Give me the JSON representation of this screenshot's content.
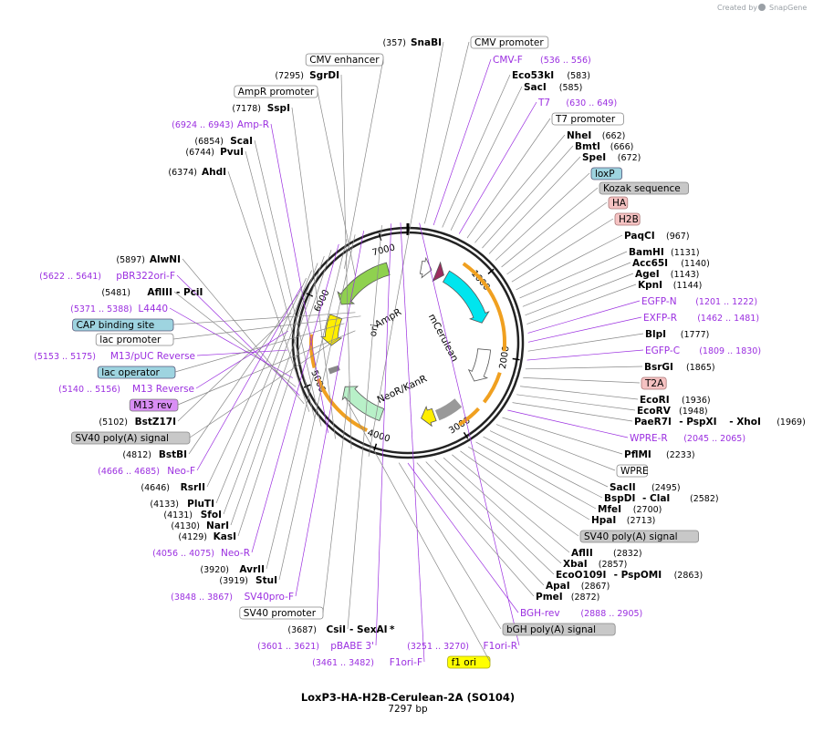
{
  "credit": {
    "text": "Created by",
    "brand": "SnapGene"
  },
  "title": "LoxP3-HA-H2B-Cerulean-2A (SO104)",
  "subtitle": "7297 bp",
  "ring_ticks": [
    "1000",
    "2000",
    "3000",
    "4000",
    "5000",
    "6000",
    "7000"
  ],
  "features_on_map": [
    "AmpR",
    "ori",
    "mCerulean",
    "NeoR/KanR"
  ],
  "colors": {
    "primer": "#9b2fe0",
    "ring": "#222222",
    "ampr_arrow": "#8fd14f",
    "mcerulean_arrow": "#00e5ee",
    "ori_arrow": "#ffee00",
    "neo_arrow": "#b8f0c8",
    "h2b": "#9b2d5e",
    "f1ori": "#ffff00",
    "capbox": "#9ed4e0",
    "m13rev": "#d98ef5",
    "t2a": "#f5c2c2",
    "grey_box": "#c8c8c8"
  },
  "left_labels": [
    {
      "id": "snabi",
      "pos": "(357)",
      "name": "SnaBI",
      "kind": "enzyme"
    },
    {
      "id": "cmv-enh",
      "name": "CMV enhancer",
      "kind": "box-white"
    },
    {
      "id": "sgrdi",
      "pos": "(7295)",
      "name": "SgrDI",
      "kind": "enzyme"
    },
    {
      "id": "ampr-prom",
      "name": "AmpR promoter",
      "kind": "box-white"
    },
    {
      "id": "sspi",
      "pos": "(7178)",
      "name": "SspI",
      "kind": "enzyme"
    },
    {
      "id": "amp-r",
      "pos": "(6924 .. 6943)",
      "name": "Amp-R",
      "kind": "primer"
    },
    {
      "id": "scai",
      "pos": "(6854)",
      "name": "ScaI",
      "kind": "enzyme"
    },
    {
      "id": "pvui",
      "pos": "(6744)",
      "name": "PvuI",
      "kind": "enzyme"
    },
    {
      "id": "ahdi",
      "pos": "(6374)",
      "name": "AhdI",
      "kind": "enzyme"
    },
    {
      "id": "alwni",
      "pos": "(5897)",
      "name": "AlwNI",
      "kind": "enzyme"
    },
    {
      "id": "pbr322",
      "pos": "(5622 .. 5641)",
      "name": "pBR322ori-F",
      "kind": "primer"
    },
    {
      "id": "afliii",
      "pos": "(5481)",
      "name": "AflIII",
      "name2": "- PciI",
      "kind": "enzyme"
    },
    {
      "id": "l4440",
      "pos": "(5371 .. 5388)",
      "name": "L4440",
      "kind": "primer"
    },
    {
      "id": "cap",
      "name": "CAP binding site",
      "kind": "box-cap"
    },
    {
      "id": "lacprom",
      "name": "lac promoter",
      "kind": "box-white"
    },
    {
      "id": "m13puc",
      "pos": "(5153 .. 5175)",
      "name": "M13/pUC Reverse",
      "kind": "primer"
    },
    {
      "id": "lacop",
      "name": "lac operator",
      "kind": "box-cap"
    },
    {
      "id": "m13rev-p",
      "pos": "(5140 .. 5156)",
      "name": "M13 Reverse",
      "kind": "primer"
    },
    {
      "id": "m13rev",
      "name": "M13 rev",
      "kind": "box-m13"
    },
    {
      "id": "bstz17i",
      "pos": "(5102)",
      "name": "BstZ17I",
      "kind": "enzyme"
    },
    {
      "id": "sv40pa-l",
      "name": "SV40 poly(A) signal",
      "kind": "box-grey"
    },
    {
      "id": "bstbi",
      "pos": "(4812)",
      "name": "BstBI",
      "kind": "enzyme"
    },
    {
      "id": "neo-f",
      "pos": "(4666 .. 4685)",
      "name": "Neo-F",
      "kind": "primer"
    },
    {
      "id": "rsrii",
      "pos": "(4646)",
      "name": "RsrII",
      "kind": "enzyme"
    },
    {
      "id": "pluti",
      "pos": "(4133)",
      "name": "PluTI",
      "kind": "enzyme"
    },
    {
      "id": "sfoi",
      "pos": "(4131)",
      "name": "SfoI",
      "kind": "enzyme"
    },
    {
      "id": "nari",
      "pos": "(4130)",
      "name": "NarI",
      "kind": "enzyme"
    },
    {
      "id": "kasi",
      "pos": "(4129)",
      "name": "KasI",
      "kind": "enzyme"
    },
    {
      "id": "neo-r",
      "pos": "(4056 .. 4075)",
      "name": "Neo-R",
      "kind": "primer"
    },
    {
      "id": "avrii",
      "pos": "(3920)",
      "name": "AvrII",
      "kind": "enzyme"
    },
    {
      "id": "stui",
      "pos": "(3919)",
      "name": "StuI",
      "kind": "enzyme"
    },
    {
      "id": "sv40pro-f",
      "pos": "(3848 .. 3867)",
      "name": "SV40pro-F",
      "kind": "primer"
    },
    {
      "id": "sv40prom",
      "name": "SV40 promoter",
      "kind": "box-white"
    },
    {
      "id": "csii",
      "pos": "(3687)",
      "name": "CsiI",
      "name2": "- SexAI",
      "star": "*",
      "kind": "enzyme"
    },
    {
      "id": "pbabe",
      "pos": "(3601 .. 3621)",
      "name": "pBABE 3'",
      "kind": "primer"
    },
    {
      "id": "f1ori-f",
      "pos": "(3461 .. 3482)",
      "name": "F1ori-F",
      "kind": "primer"
    },
    {
      "id": "f1ori",
      "name": "f1 ori",
      "kind": "box-f1"
    },
    {
      "id": "f1ori-r",
      "pos": "(3251 .. 3270)",
      "name": "F1ori-R",
      "kind": "primer"
    }
  ],
  "right_labels": [
    {
      "id": "cmvprom",
      "name": "CMV promoter",
      "kind": "box-white"
    },
    {
      "id": "cmv-f",
      "name": "CMV-F",
      "pos": "(536 .. 556)",
      "kind": "primer"
    },
    {
      "id": "eco53ki",
      "name": "Eco53kI",
      "pos": "(583)",
      "kind": "enzyme"
    },
    {
      "id": "saci",
      "name": "SacI",
      "pos": "(585)",
      "kind": "enzyme"
    },
    {
      "id": "t7",
      "name": "T7",
      "pos": "(630 .. 649)",
      "kind": "primer"
    },
    {
      "id": "t7prom",
      "name": "T7 promoter",
      "kind": "box-white"
    },
    {
      "id": "nhei",
      "name": "NheI",
      "pos": "(662)",
      "kind": "enzyme"
    },
    {
      "id": "bmti",
      "name": "BmtI",
      "pos": "(666)",
      "kind": "enzyme"
    },
    {
      "id": "spei",
      "name": "SpeI",
      "pos": "(672)",
      "kind": "enzyme"
    },
    {
      "id": "loxp",
      "name": "loxP",
      "kind": "box-cap"
    },
    {
      "id": "kozak",
      "name": "Kozak sequence",
      "kind": "box-grey"
    },
    {
      "id": "ha",
      "name": "HA",
      "kind": "box-t2a"
    },
    {
      "id": "h2b",
      "name": "H2B",
      "kind": "box-t2a"
    },
    {
      "id": "paqci",
      "name": "PaqCI",
      "pos": "(967)",
      "kind": "enzyme"
    },
    {
      "id": "bamhi",
      "name": "BamHI",
      "pos": "(1131)",
      "kind": "enzyme"
    },
    {
      "id": "acc65i",
      "name": "Acc65I",
      "pos": "(1140)",
      "kind": "enzyme"
    },
    {
      "id": "agei",
      "name": "AgeI",
      "pos": "(1143)",
      "kind": "enzyme"
    },
    {
      "id": "kpni",
      "name": "KpnI",
      "pos": "(1144)",
      "kind": "enzyme"
    },
    {
      "id": "egfp-n",
      "name": "EGFP-N",
      "pos": "(1201 .. 1222)",
      "kind": "primer"
    },
    {
      "id": "exfp-r",
      "name": "EXFP-R",
      "pos": "(1462 .. 1481)",
      "kind": "primer"
    },
    {
      "id": "blpi",
      "name": "BlpI",
      "pos": "(1777)",
      "kind": "enzyme"
    },
    {
      "id": "egfp-c",
      "name": "EGFP-C",
      "pos": "(1809 .. 1830)",
      "kind": "primer"
    },
    {
      "id": "bsrgi",
      "name": "BsrGI",
      "pos": "(1865)",
      "kind": "enzyme"
    },
    {
      "id": "t2a",
      "name": "T2A",
      "kind": "box-t2a"
    },
    {
      "id": "ecori",
      "name": "EcoRI",
      "pos": "(1936)",
      "kind": "enzyme"
    },
    {
      "id": "ecorv",
      "name": "EcoRV",
      "pos": "(1948)",
      "kind": "enzyme"
    },
    {
      "id": "paer7i",
      "name": "PaeR7I",
      "name2": "- PspXI",
      "name3": "- XhoI",
      "pos": "(1969)",
      "kind": "enzyme"
    },
    {
      "id": "wpre-r",
      "name": "WPRE-R",
      "pos": "(2045 .. 2065)",
      "kind": "primer"
    },
    {
      "id": "pflmi",
      "name": "PflMI",
      "pos": "(2233)",
      "kind": "enzyme"
    },
    {
      "id": "wpre",
      "name": "WPRE",
      "kind": "box-white"
    },
    {
      "id": "sacii",
      "name": "SacII",
      "pos": "(2495)",
      "kind": "enzyme"
    },
    {
      "id": "bspdi",
      "name": "BspDI",
      "name2": "- ClaI",
      "pos": "(2582)",
      "kind": "enzyme"
    },
    {
      "id": "mfei",
      "name": "MfeI",
      "pos": "(2700)",
      "kind": "enzyme"
    },
    {
      "id": "hpai",
      "name": "HpaI",
      "pos": "(2713)",
      "kind": "enzyme"
    },
    {
      "id": "sv40pa-r",
      "name": "SV40 poly(A) signal",
      "kind": "box-grey"
    },
    {
      "id": "afliii-r",
      "name": "AflII",
      "pos": "(2832)",
      "kind": "enzyme"
    },
    {
      "id": "xbai",
      "name": "XbaI",
      "pos": "(2857)",
      "kind": "enzyme"
    },
    {
      "id": "ecoo109i",
      "name": "EcoO109I",
      "name2": "- PspOMI",
      "pos": "(2863)",
      "kind": "enzyme"
    },
    {
      "id": "apai",
      "name": "ApaI",
      "pos": "(2867)",
      "kind": "enzyme"
    },
    {
      "id": "pmei",
      "name": "PmeI",
      "pos": "(2872)",
      "kind": "enzyme"
    },
    {
      "id": "bgh-rev",
      "name": "BGH-rev",
      "pos": "(2888 .. 2905)",
      "kind": "primer"
    },
    {
      "id": "bgh-pa",
      "name": "bGH poly(A) signal",
      "kind": "box-grey"
    }
  ]
}
